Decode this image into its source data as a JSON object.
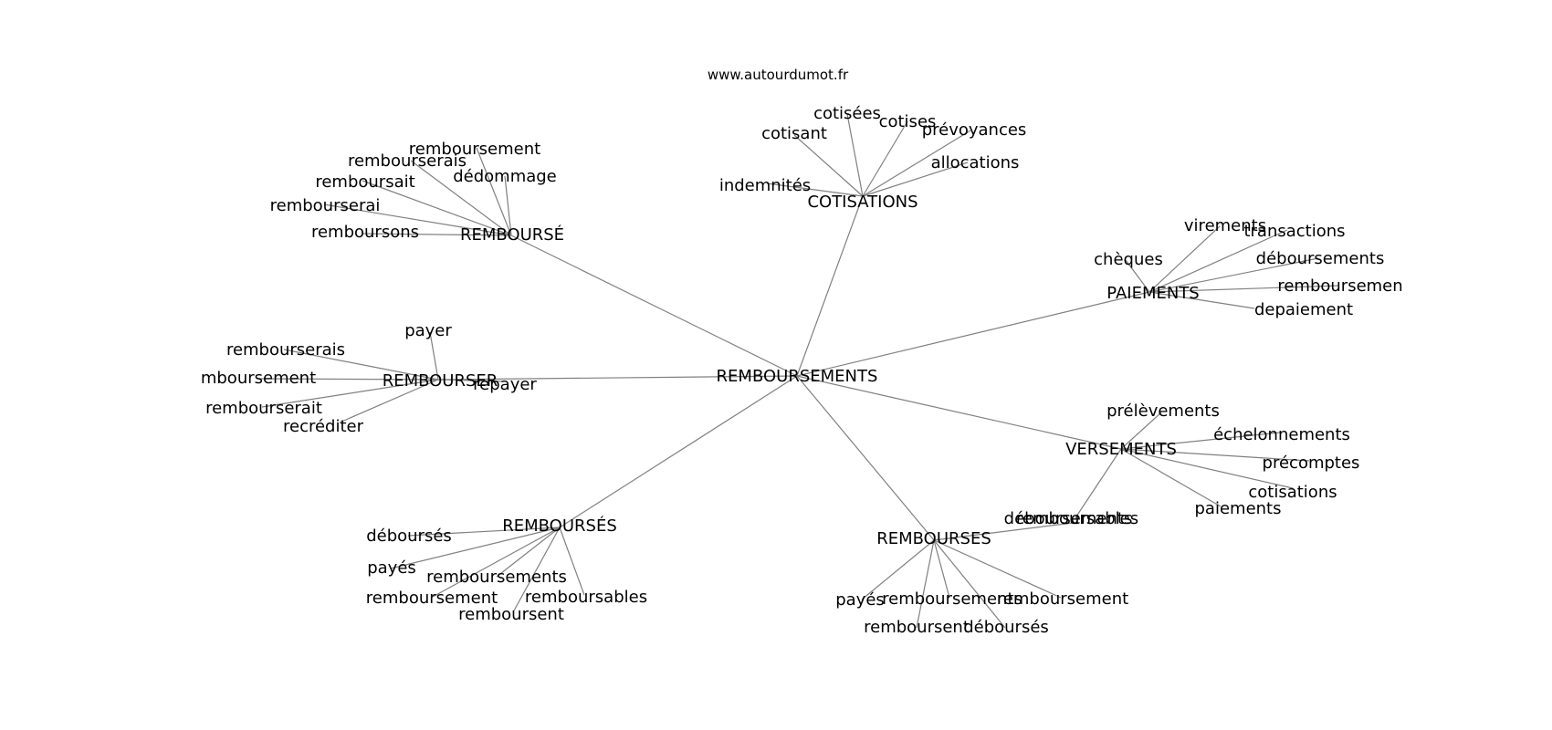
{
  "site": "www.autourdumot.fr",
  "style": {
    "edge_color": "#808080",
    "text_color": "#000000",
    "background": "#ffffff"
  },
  "root": {
    "id": "rembourseMENTS",
    "label": "REMBOURSEMENTS"
  },
  "hubs": [
    {
      "id": "cotisations",
      "label": "COTISATIONS",
      "leaves": [
        {
          "id": "cot-cotisees",
          "label": "cotisées"
        },
        {
          "id": "cot-cotisant",
          "label": "cotisant"
        },
        {
          "id": "cot-cotises",
          "label": "cotises"
        },
        {
          "id": "cot-prevoyances",
          "label": "prévoyances"
        },
        {
          "id": "cot-allocations",
          "label": "allocations"
        },
        {
          "id": "cot-indemnites",
          "label": "indemnités"
        }
      ]
    },
    {
      "id": "rembourse",
      "label": "REMBOURSÉ",
      "leaves": [
        {
          "id": "rb-remboursement",
          "label": "remboursement"
        },
        {
          "id": "rb-rembourserais",
          "label": "rembourserais"
        },
        {
          "id": "rb-dedommage",
          "label": "dédommage"
        },
        {
          "id": "rb-remboursait",
          "label": "remboursait"
        },
        {
          "id": "rb-rembourserai",
          "label": "rembourserai"
        },
        {
          "id": "rb-remboursons",
          "label": "remboursons"
        }
      ]
    },
    {
      "id": "paiements",
      "label": "PAIEMENTS",
      "leaves": [
        {
          "id": "pa-virements",
          "label": "virements"
        },
        {
          "id": "pa-transactions",
          "label": "transactions"
        },
        {
          "id": "pa-cheques",
          "label": "chèques"
        },
        {
          "id": "pa-debourses",
          "label": "déboursements"
        },
        {
          "id": "pa-remboursemen",
          "label": "remboursemen"
        },
        {
          "id": "pa-depaiement",
          "label": "depaiement"
        }
      ]
    },
    {
      "id": "rembourser",
      "label": "REMBOURSER",
      "leaves": [
        {
          "id": "rr-payer",
          "label": "payer"
        },
        {
          "id": "rr-rembourserais",
          "label": "rembourserais"
        },
        {
          "id": "rr-mboursement",
          "label": "mboursement"
        },
        {
          "id": "rr-repayer",
          "label": "repayer"
        },
        {
          "id": "rr-rembourserait",
          "label": "rembourserait"
        },
        {
          "id": "rr-recrediter",
          "label": "recréditer"
        }
      ]
    },
    {
      "id": "versements",
      "label": "VERSEMENTS",
      "leaves": [
        {
          "id": "ve-prelevements",
          "label": "prélèvements"
        },
        {
          "id": "ve-echelonnements",
          "label": "échelonnements"
        },
        {
          "id": "ve-precomptes",
          "label": "précomptes"
        },
        {
          "id": "ve-cotisations",
          "label": "cotisations"
        },
        {
          "id": "ve-paiements",
          "label": "paiements"
        },
        {
          "id": "ve-remboursables",
          "label": "remboursables"
        }
      ]
    },
    {
      "id": "rembourses-acc",
      "label": "REMBOURSÉS",
      "leaves": [
        {
          "id": "ra-debourses",
          "label": "déboursés"
        },
        {
          "id": "ra-payes",
          "label": "payés"
        },
        {
          "id": "ra-remboursements",
          "label": "remboursements"
        },
        {
          "id": "ra-remboursement",
          "label": "remboursement"
        },
        {
          "id": "ra-remboursables",
          "label": "remboursables"
        },
        {
          "id": "ra-remboursent",
          "label": "remboursent"
        }
      ]
    },
    {
      "id": "rembourses",
      "label": "REMBOURSES",
      "leaves": [
        {
          "id": "rs-debourses-top",
          "label": "déboursements"
        },
        {
          "id": "rs-payes",
          "label": "payés"
        },
        {
          "id": "rs-remboursements",
          "label": "remboursements"
        },
        {
          "id": "rs-remboursement",
          "label": "remboursement"
        },
        {
          "id": "rs-remboursent",
          "label": "remboursent"
        },
        {
          "id": "rs-debourses",
          "label": "déboursés"
        }
      ]
    }
  ]
}
